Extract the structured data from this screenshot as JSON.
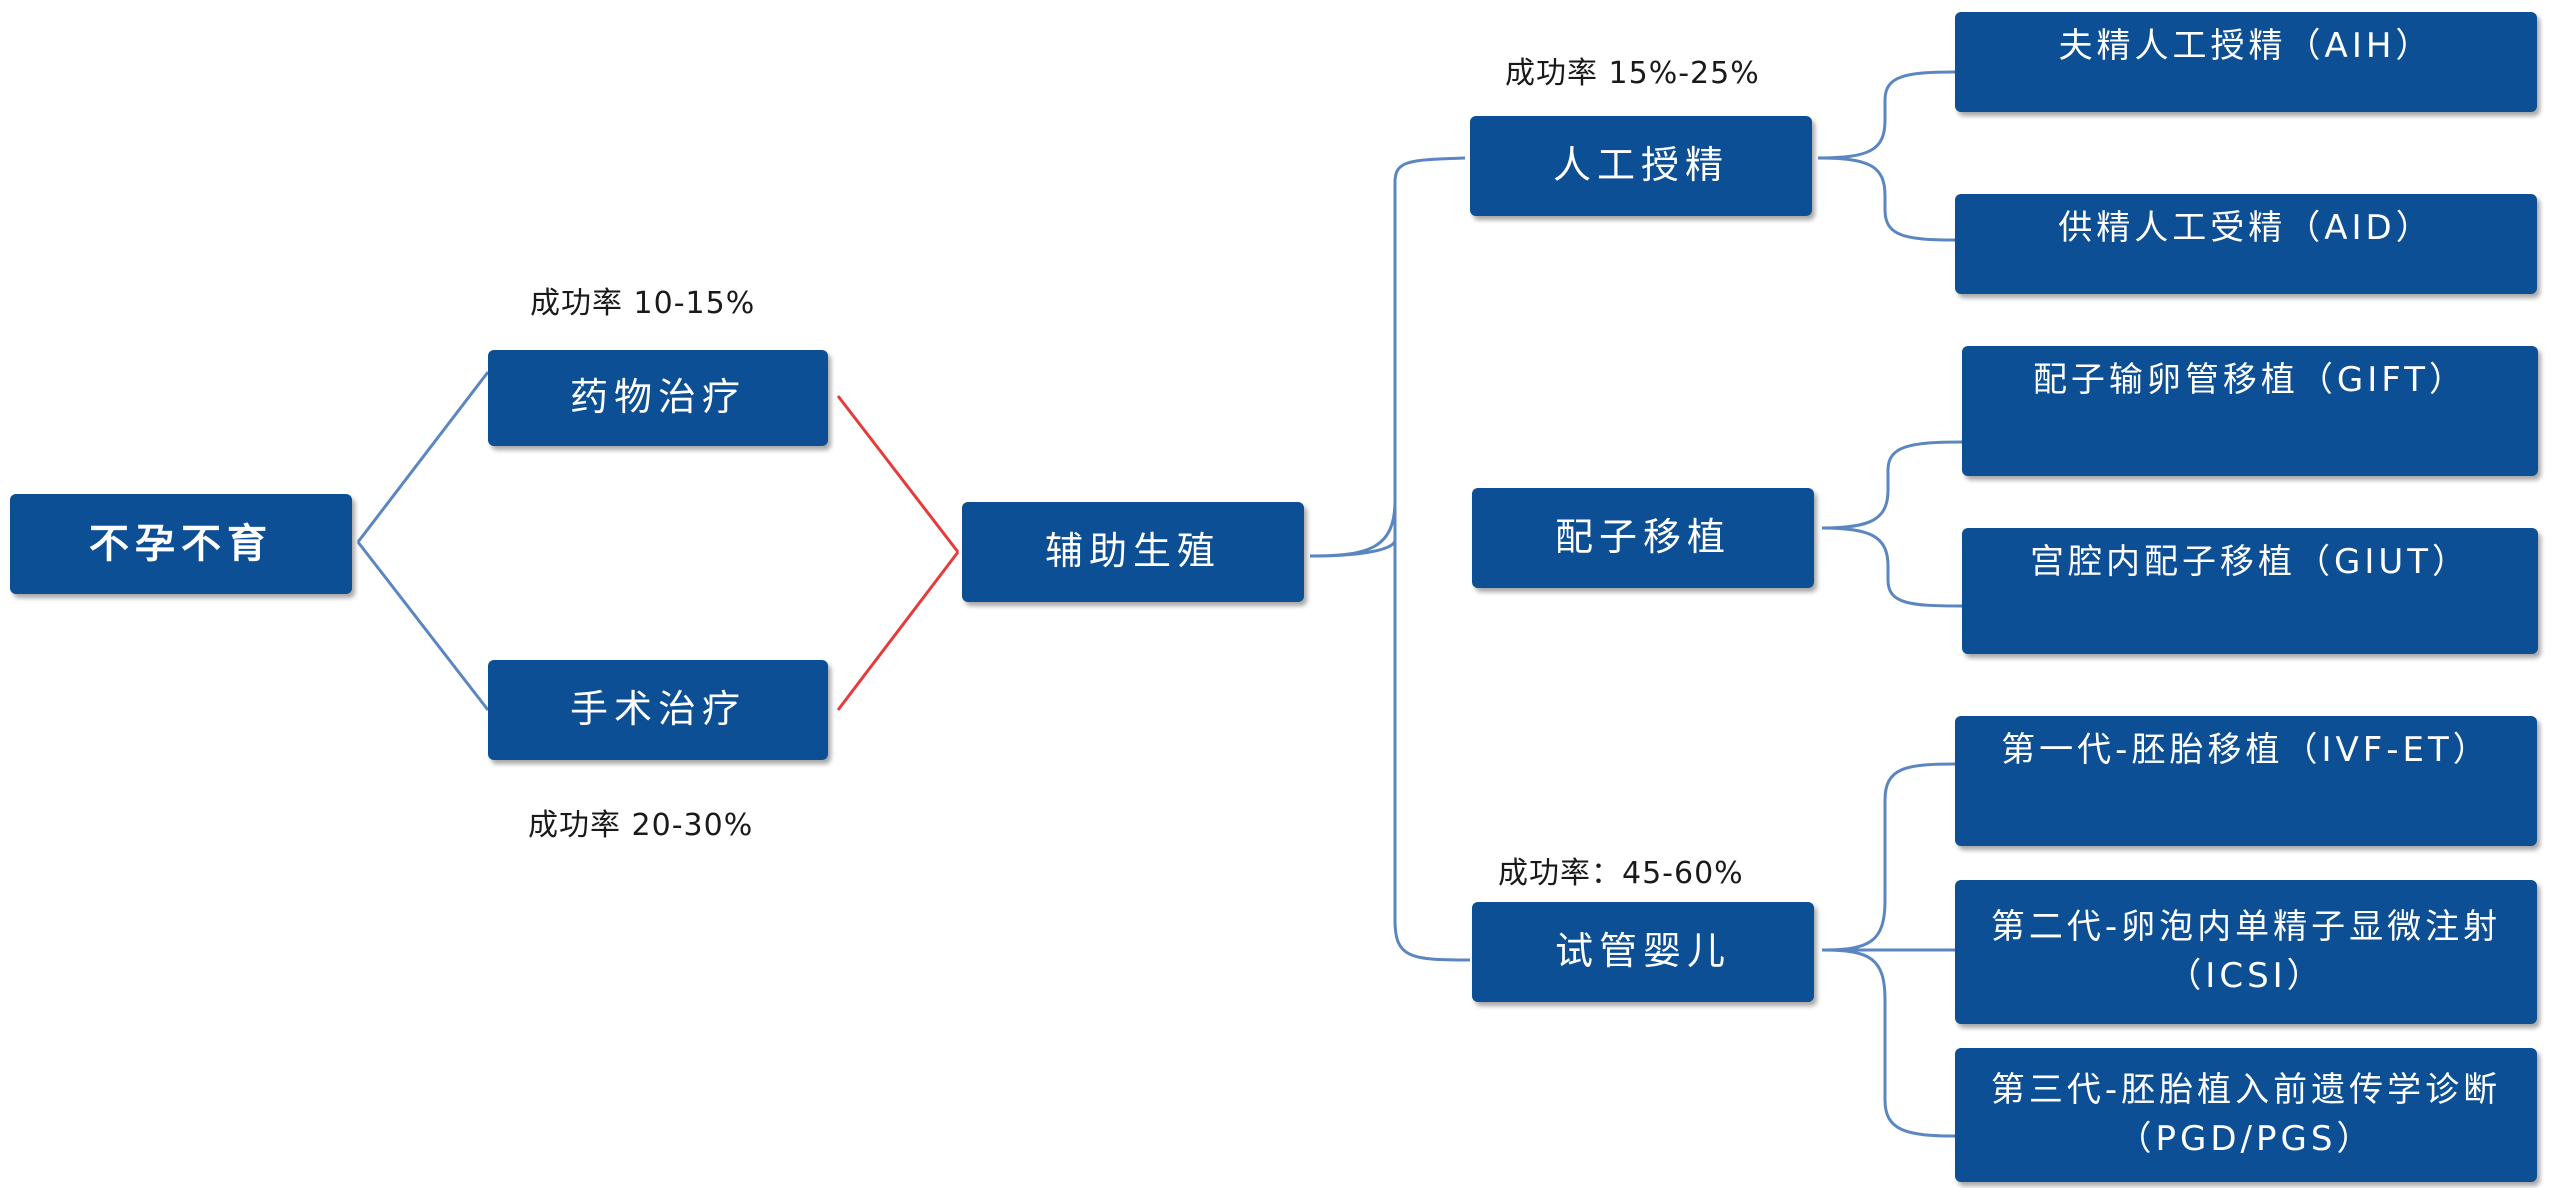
{
  "root": {
    "label": "不孕不育"
  },
  "treatments": {
    "drug": {
      "label": "药物治疗",
      "rate": "成功率 10-15%"
    },
    "surgery": {
      "label": "手术治疗",
      "rate": "成功率 20-30%"
    }
  },
  "art": {
    "label": "辅助生殖"
  },
  "methods": {
    "ai": {
      "label": "人工授精",
      "rate": "成功率 15%-25%",
      "children": [
        "夫精人工授精（AIH）",
        "供精人工受精（AID）"
      ]
    },
    "gamete": {
      "label": "配子移植",
      "children": [
        "配子输卵管移植（GIFT）",
        "宫腔内配子移植（GIUT）"
      ]
    },
    "ivf": {
      "label": "试管婴儿",
      "rate": "成功率：45-60%",
      "children": [
        "第一代-胚胎移植（IVF-ET）",
        "第二代-卵泡内单精子显微注射（ICSI）",
        "第三代-胚胎植入前遗传学诊断（PGD/PGS）"
      ]
    }
  },
  "colors": {
    "box": "#0d4f95",
    "connector_blue": "#5b86c0",
    "connector_red": "#e83a3a"
  }
}
